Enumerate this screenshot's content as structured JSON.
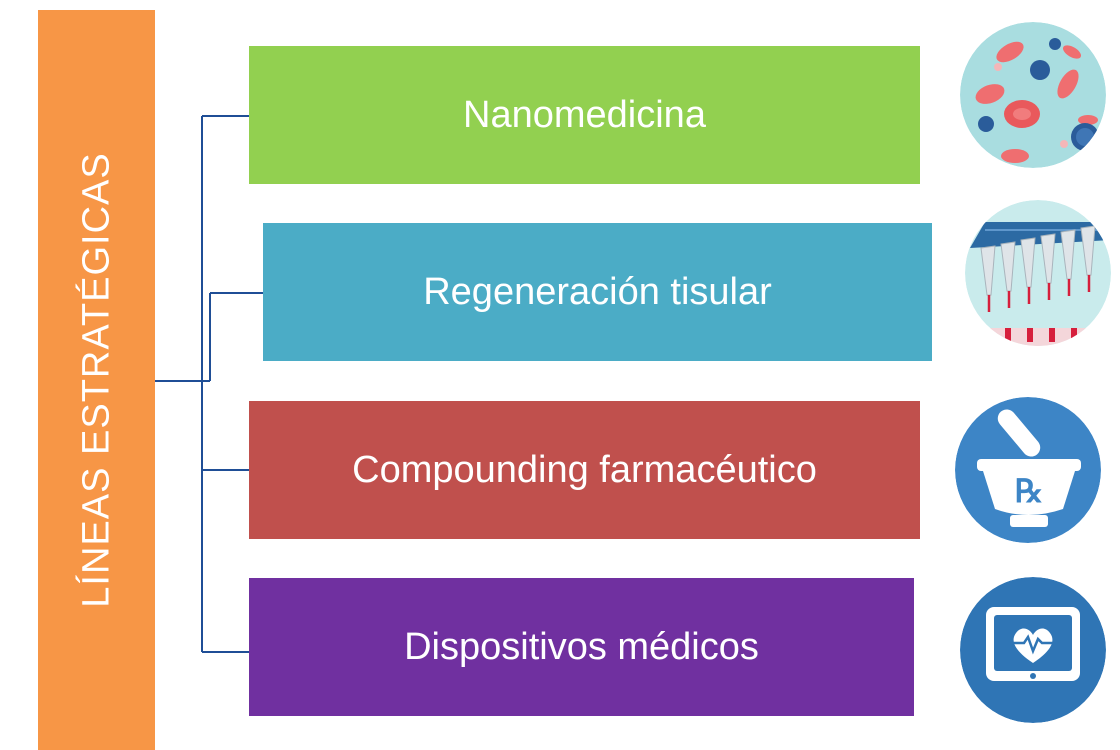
{
  "vertical_label": "LÍNEAS ESTRATÉGICAS",
  "lines": [
    {
      "label": "Nanomedicina",
      "color": "#92d050",
      "icon": "cells-icon"
    },
    {
      "label": "Regeneración tisular",
      "color": "#4bacc6",
      "icon": "pipettes-icon"
    },
    {
      "label": "Compounding farmacéutico",
      "color": "#c0504d",
      "icon": "mortar-pestle-rx-icon"
    },
    {
      "label": "Dispositivos médicos",
      "color": "#7030a0",
      "icon": "heart-monitor-icon"
    }
  ],
  "colors": {
    "vertical_bar": "#f79646",
    "connector": "#1f4e96"
  }
}
